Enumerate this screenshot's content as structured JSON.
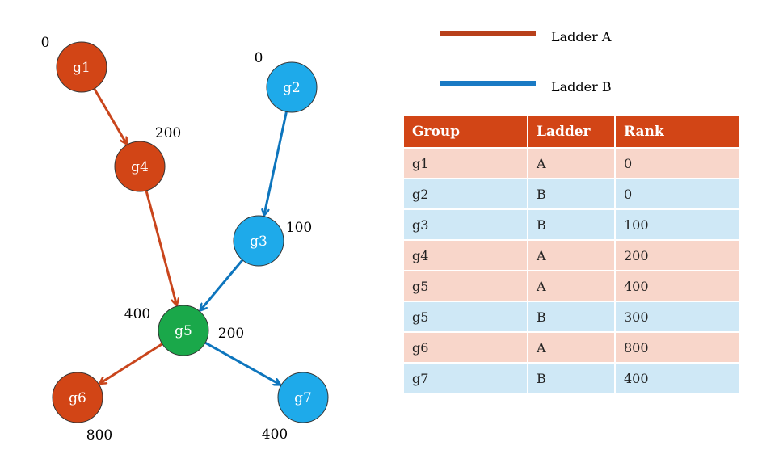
{
  "colors": {
    "ladder_a": "#c9451c",
    "ladder_b": "#0d75bd",
    "node_a": "#d24516",
    "node_b": "#1eaaea",
    "node_shared": "#1aa84a"
  },
  "legend": [
    {
      "label": "Ladder A",
      "color": "#b8401b"
    },
    {
      "label": "Ladder B",
      "color": "#1a7ac4"
    }
  ],
  "nodes": [
    {
      "id": "g1",
      "label": "g1",
      "ladder": "A",
      "ranks": [
        "0"
      ]
    },
    {
      "id": "g2",
      "label": "g2",
      "ladder": "B",
      "ranks": [
        "0"
      ]
    },
    {
      "id": "g3",
      "label": "g3",
      "ladder": "B",
      "ranks": [
        "100"
      ]
    },
    {
      "id": "g4",
      "label": "g4",
      "ladder": "A",
      "ranks": [
        "200"
      ]
    },
    {
      "id": "g5",
      "label": "g5",
      "ladder": "both",
      "ranks": [
        "400",
        "200"
      ]
    },
    {
      "id": "g6",
      "label": "g6",
      "ladder": "A",
      "ranks": [
        "800"
      ]
    },
    {
      "id": "g7",
      "label": "g7",
      "ladder": "B",
      "ranks": [
        "400"
      ]
    }
  ],
  "edges": [
    {
      "from": "g1",
      "to": "g4",
      "ladder": "A"
    },
    {
      "from": "g4",
      "to": "g5",
      "ladder": "A"
    },
    {
      "from": "g5",
      "to": "g6",
      "ladder": "A"
    },
    {
      "from": "g2",
      "to": "g3",
      "ladder": "B"
    },
    {
      "from": "g3",
      "to": "g5",
      "ladder": "B"
    },
    {
      "from": "g5",
      "to": "g7",
      "ladder": "B"
    }
  ],
  "table": {
    "headers": [
      "Group",
      "Ladder",
      "Rank"
    ],
    "rows": [
      [
        "g1",
        "A",
        "0"
      ],
      [
        "g2",
        "B",
        "0"
      ],
      [
        "g3",
        "B",
        "100"
      ],
      [
        "g4",
        "A",
        "200"
      ],
      [
        "g5",
        "A",
        "400"
      ],
      [
        "g5",
        "B",
        "300"
      ],
      [
        "g6",
        "A",
        "800"
      ],
      [
        "g7",
        "B",
        "400"
      ]
    ]
  }
}
